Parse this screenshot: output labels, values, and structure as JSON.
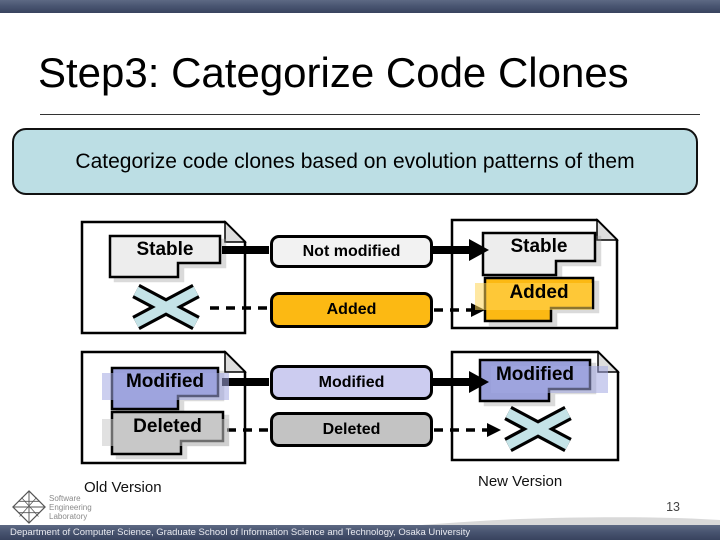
{
  "slide": {
    "title": "Step3: Categorize Code Clones",
    "subtitle": "Categorize code clones based on evolution patterns of them",
    "page_number": "13",
    "footer_text": "Department of Computer Science, Graduate School of Information Science and Technology, Osaka University",
    "logo_line1": "Software",
    "logo_line2": "Engineering",
    "logo_line3": "Laboratory"
  },
  "diagram": {
    "old_version_label": "Old Version",
    "new_version_label": "New Version",
    "evolution_patterns": {
      "not_modified": "Not modified",
      "added": "Added",
      "modified": "Modified",
      "deleted": "Deleted"
    },
    "fragments": {
      "old_stable": "Stable",
      "new_stable": "Stable",
      "new_added": "Added",
      "old_modified": "Modified",
      "old_deleted": "Deleted",
      "new_modified": "Modified"
    }
  },
  "colors": {
    "header_footer_bar": "#46526e",
    "subtitle_bg": "#bcdee4",
    "not_modified_fill": "#f2f2f2",
    "added_fill": "#fcb913",
    "modified_box_fill": "#ccccf0",
    "deleted_fill": "#c3c3c3",
    "stable_fragment_fill": "#ededed",
    "modified_fragment_fill": "#9aa0da",
    "deleted_fragment_fill": "#c8c8c8",
    "document_fill": "#ffffff",
    "fold_fill": "#dddddd",
    "added_highlight": "rgba(255,214,85,0.55)",
    "modified_highlight": "rgba(162,168,226,0.55)",
    "deleted_highlight": "rgba(200,200,200,0.55)",
    "x_shape_fill": "#c4e3e7"
  }
}
